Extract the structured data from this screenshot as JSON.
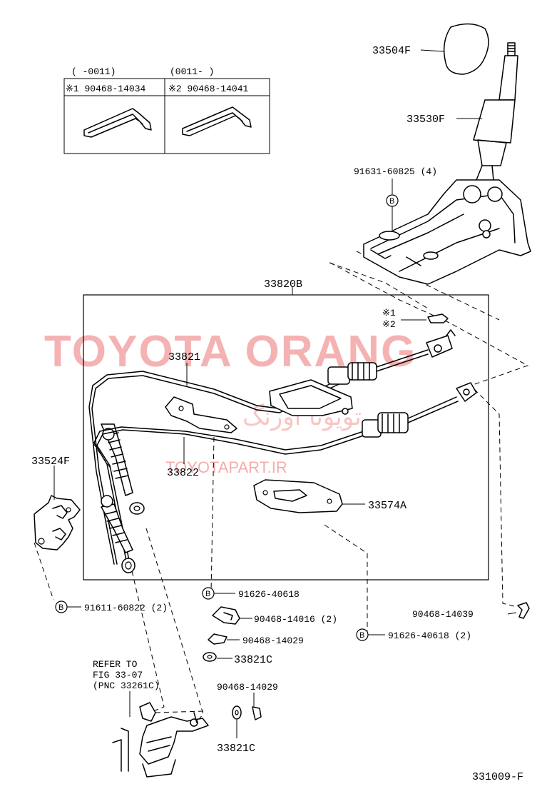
{
  "watermark": {
    "brand": "TOYOTA ORANG",
    "persian": "تویوتا اورنگ",
    "url": "TOYOTAPART.IR"
  },
  "inset_table": {
    "col1_header": "( -0011)",
    "col2_header": "(0011- )",
    "col1_part": "※1 90468-14034",
    "col2_part": "※2 90468-14041"
  },
  "labels": {
    "knob": "33504F",
    "shift_lever": "33530F",
    "bolt_top": "91631-60825 (4)",
    "cable_assy": "33820B",
    "note1": "※1",
    "note2": "※2",
    "cable_33821": "33821",
    "cable_33822": "33822",
    "bracket_left": "33524F",
    "plate": "33574A",
    "bolt_a": "91626-40618",
    "bolt_left": "91611-60822 (2)",
    "clip_a": "90468-14016 (2)",
    "clip_b": "90468-14029",
    "washer_a": "33821C",
    "clip_right": "90468-14039",
    "bolt_b": "91626-40618 (2)",
    "refer_line1": "REFER TO",
    "refer_line2": "FIG 33-07",
    "refer_line3": "(PNC 33261C)",
    "clip_c": "90468-14029",
    "washer_b": "33821C",
    "figure_id": "331009-F",
    "b_marker": "B"
  }
}
